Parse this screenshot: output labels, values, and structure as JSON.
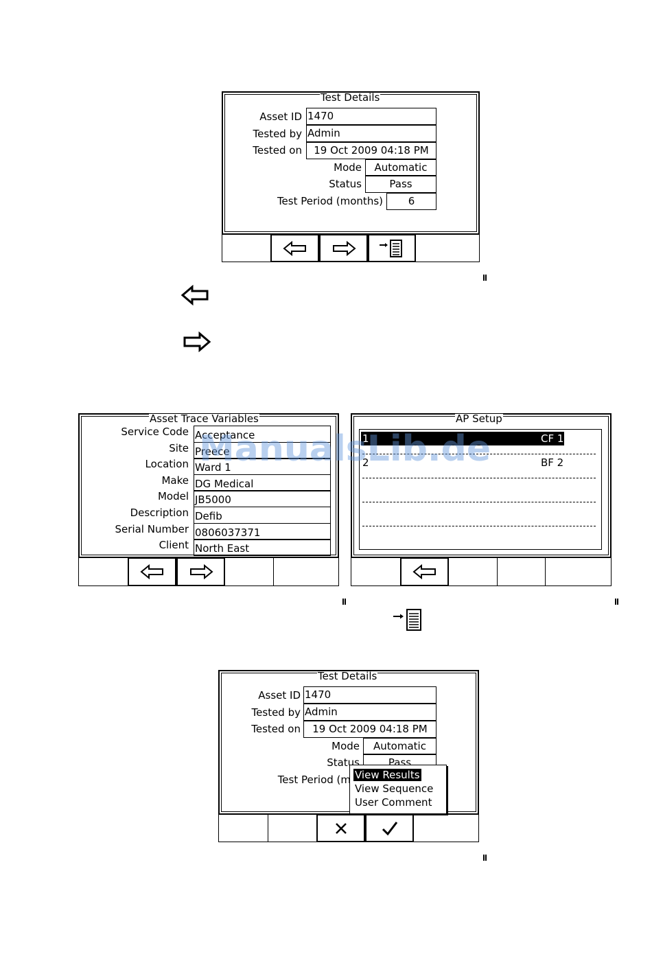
{
  "screen1": {
    "title": "Test Details",
    "labels": {
      "asset_id": "Asset ID",
      "tested_by": "Tested by",
      "tested_on": "Tested on",
      "mode": "Mode",
      "status": "Status",
      "test_period": "Test Period (months)"
    },
    "values": {
      "asset_id": "1470",
      "tested_by": "Admin",
      "tested_on": "19 Oct 2009 04:18 PM",
      "mode": "Automatic",
      "status": "Pass",
      "test_period": "6"
    },
    "softkeys": [
      "",
      "left-arrow-icon",
      "right-arrow-icon",
      "save-to-list-icon",
      ""
    ]
  },
  "screen2": {
    "title": "Asset Trace Variables",
    "rows": [
      {
        "label": "Service Code",
        "value": "Acceptance"
      },
      {
        "label": "Site",
        "value": "Preece"
      },
      {
        "label": "Location",
        "value": "Ward 1"
      },
      {
        "label": "Make",
        "value": "DG Medical"
      },
      {
        "label": "Model",
        "value": "JB5000"
      },
      {
        "label": "Description",
        "value": "Defib"
      },
      {
        "label": "Serial Number",
        "value": "0806037371"
      },
      {
        "label": "Client",
        "value": "North East"
      }
    ],
    "softkeys": [
      "",
      "left-arrow-icon",
      "right-arrow-icon",
      "",
      ""
    ]
  },
  "screen3": {
    "title": "AP Setup",
    "items": [
      {
        "num": "1",
        "value": "CF 1",
        "selected": true
      },
      {
        "num": "2",
        "value": "BF 2",
        "selected": false
      }
    ],
    "softkeys": [
      "",
      "left-arrow-icon",
      "",
      "",
      ""
    ]
  },
  "screen4": {
    "title": "Test Details",
    "labels": {
      "asset_id": "Asset ID",
      "tested_by": "Tested by",
      "tested_on": "Tested on",
      "mode": "Mode",
      "status": "Status",
      "test_period": "Test Period (m"
    },
    "values": {
      "asset_id": "1470",
      "tested_by": "Admin",
      "tested_on": "19 Oct 2009 04:18 PM",
      "mode": "Automatic",
      "status": "Pass"
    },
    "popup": {
      "items": [
        "View Results",
        "View Sequence",
        "User Comment"
      ],
      "selected_index": 0
    },
    "softkeys": [
      "",
      "",
      "cancel-x-icon",
      "confirm-check-icon",
      ""
    ]
  },
  "watermark": "ManualsLib.de"
}
